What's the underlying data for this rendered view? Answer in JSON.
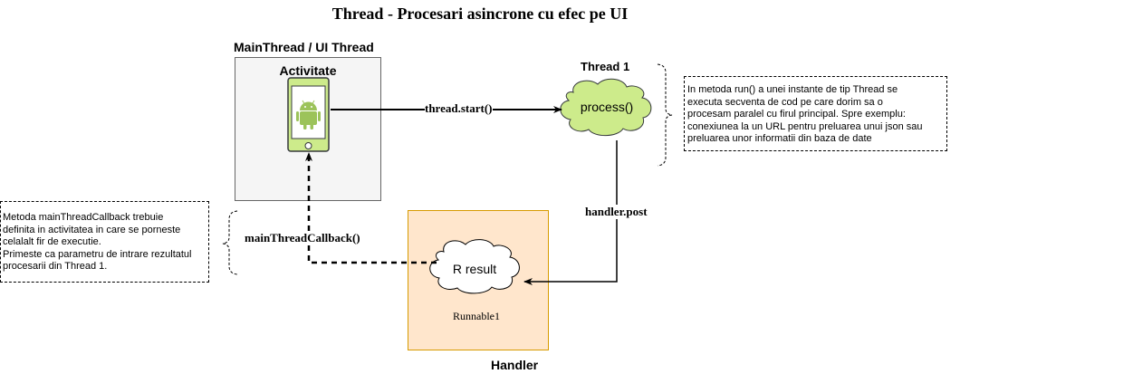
{
  "title": "Thread - Procesari asincrone cu efec pe UI",
  "main_thread": {
    "label": "MainThread / UI Thread",
    "activity_label": "Activitate"
  },
  "thread1": {
    "label": "Thread 1",
    "process_label": "process()"
  },
  "handler": {
    "label": "Handler",
    "result_label": "R result",
    "runnable_label": "Runnable1"
  },
  "edges": {
    "start": "thread.start()",
    "post": "handler.post",
    "callback": "mainThreadCallback()"
  },
  "notes": {
    "right": [
      "In metoda run() a unei instante de tip Thread se",
      "executa secventa de cod pe care dorim sa o",
      "procesam paralel cu firul principal. Spre exemplu:",
      "conexiunea la un URL pentru preluarea unui json sau",
      "preluarea unor informatii din baza de date"
    ],
    "left": [
      "Metoda mainThreadCallback trebuie",
      "definita in activitatea in care se porneste",
      "celalalt fir de executie.",
      "Primeste ca parametru de intrare rezultatul",
      "procesarii din Thread 1."
    ]
  },
  "colors": {
    "phone_fill": "#cdeb8b",
    "phone_stroke": "#36393d",
    "cloud_fill": "#cdeb8b",
    "handler_fill": "#ffe6cc",
    "handler_stroke": "#d79b00",
    "android_green": "#9cc35a"
  },
  "icons": {
    "phone": "android-phone-icon",
    "process": "cloud-shape",
    "result": "cloud-shape"
  }
}
